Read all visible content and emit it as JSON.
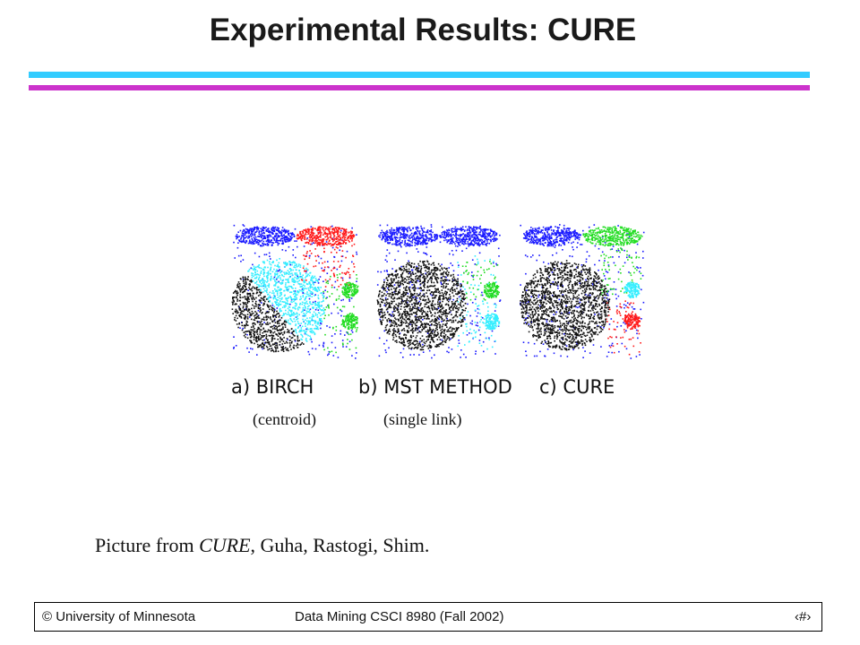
{
  "slide": {
    "title": "Experimental Results: CURE",
    "colors": {
      "rule_top": "#33ccff",
      "rule_bottom": "#cc33cc"
    }
  },
  "figure": {
    "panels": [
      {
        "label": "a) BIRCH",
        "sublabel": "(centroid)"
      },
      {
        "label": "b) MST METHOD",
        "sublabel": "(single link)"
      },
      {
        "label": "c) CURE",
        "sublabel": ""
      }
    ],
    "colors": {
      "blue": "#1a1aff",
      "red": "#ff1a1a",
      "green": "#22dd22",
      "cyan": "#33eeff",
      "black": "#111111"
    }
  },
  "caption": {
    "prefix": "Picture from ",
    "source": "CURE",
    "suffix": ", Guha, Rastogi, Shim."
  },
  "footer": {
    "left": "© University of Minnesota",
    "center": "Data Mining  CSCI 8980 (Fall 2002)",
    "page": "‹#›"
  }
}
